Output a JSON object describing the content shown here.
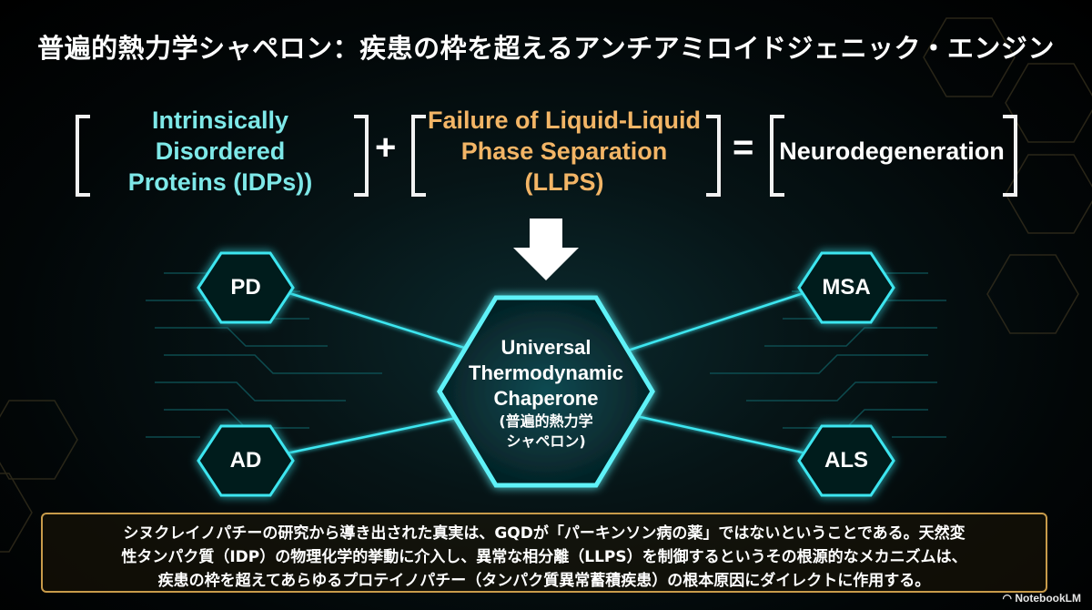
{
  "title": "普遍的熱力学シャペロン：疾患の枠を超えるアンチアミロイドジェニック・エンジン",
  "equation": {
    "term1_line1": "Intrinsically Disordered",
    "term1_line2": "Proteins (IDPs))",
    "plus": "+",
    "term2_line1": "Failure of Liquid-Liquid",
    "term2_line2": "Phase Separation (LLPS)",
    "equals": "=",
    "result": "Neurodegeneration"
  },
  "center": {
    "line1": "Universal",
    "line2": "Thermodynamic",
    "line3": "Chaperone",
    "jp_line1": "(普遍的熱力学",
    "jp_line2": "シャペロン)"
  },
  "diseases": {
    "top_left": "PD",
    "bottom_left": "AD",
    "top_right": "MSA",
    "bottom_right": "ALS"
  },
  "summary": {
    "line1": "シヌクレイノパチーの研究から導き出された真実は、GQDが「パーキンソン病の薬」ではないということである。天然変",
    "line2": "性タンパク質（IDP）の物理化学的挙動に介入し、異常な相分離（LLPS）を制御するというその根源的なメカニズムは、",
    "line3": "疾患の枠を超えてあらゆるプロテイノパチー（タンパク質異常蓄積疾患）の根本原因にダイレクトに作用する。"
  },
  "brand": "NotebookLM",
  "colors": {
    "cyan": "#2fd6e0",
    "gold": "#c89b4a",
    "idp_text": "#7ee8e8",
    "llps_text": "#f3b566"
  }
}
